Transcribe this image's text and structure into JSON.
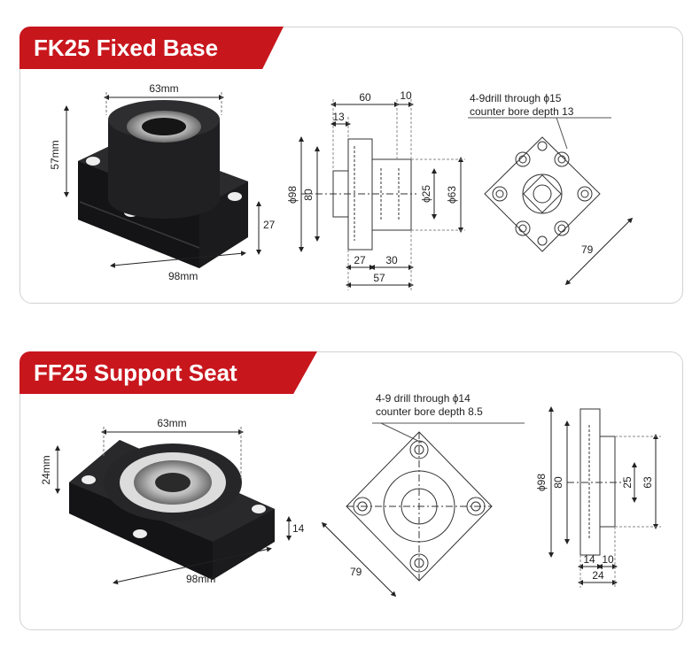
{
  "sections": [
    {
      "title": "FK25 Fixed Base",
      "photo_dims": {
        "width": "63mm",
        "height": "57mm",
        "base_thickness": "27",
        "base_width": "98mm"
      },
      "side_view": {
        "d1": "60",
        "d2": "10",
        "d3": "13",
        "dia_outer": "ϕ98",
        "h80": "80",
        "dia_bore": "ϕ25",
        "dia_boss": "ϕ63",
        "b27": "27",
        "b30": "30",
        "b57": "57"
      },
      "note_line1": "4-9drill through ϕ15",
      "note_line2": "counter bore depth 13",
      "top_view": {
        "diag": "79"
      }
    },
    {
      "title": "FF25 Support Seat",
      "photo_dims": {
        "width": "63mm",
        "height": "24mm",
        "base_thickness": "14",
        "base_width": "98mm"
      },
      "note_line1": "4-9 drill through ϕ14",
      "note_line2": "counter bore depth 8.5",
      "top_view": {
        "diag": "79"
      },
      "side_view": {
        "dia_outer": "ϕ98",
        "h80": "80",
        "d25": "25",
        "d63": "63",
        "t14": "14",
        "t10": "10",
        "t24": "24"
      }
    }
  ],
  "colors": {
    "accent": "#c8161d",
    "product": "#1c1c1e",
    "line": "#333333"
  }
}
